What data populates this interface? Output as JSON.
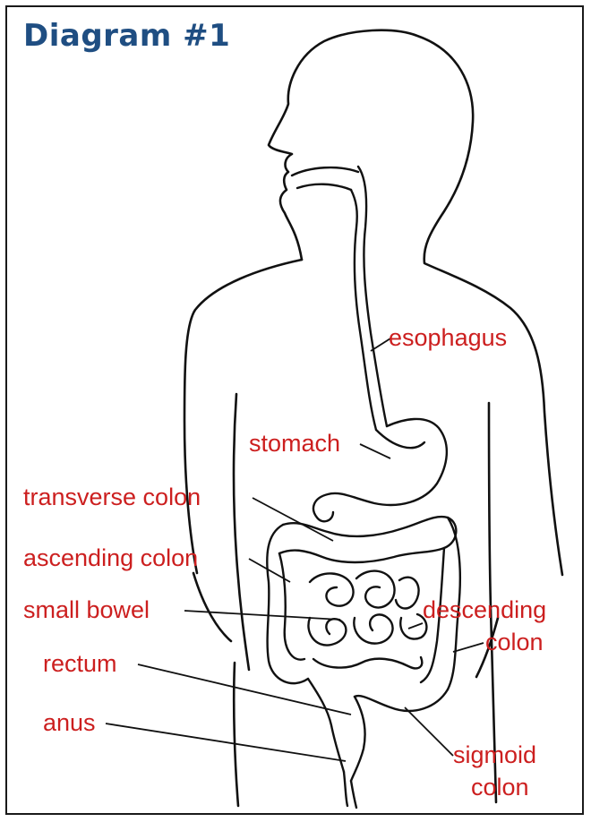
{
  "title": "Diagram #1",
  "colors": {
    "title": "#1f4e82",
    "label": "#cc1f1f",
    "line": "#111111"
  },
  "labels": {
    "esophagus": "esophagus",
    "stomach": "stomach",
    "transverse_colon": "transverse colon",
    "ascending_colon": "ascending colon",
    "small_bowel": "small bowel",
    "descending_colon_1": "descending",
    "descending_colon_2": "colon",
    "rectum": "rectum",
    "anus": "anus",
    "sigmoid_colon_1": "sigmoid",
    "sigmoid_colon_2": "colon"
  }
}
